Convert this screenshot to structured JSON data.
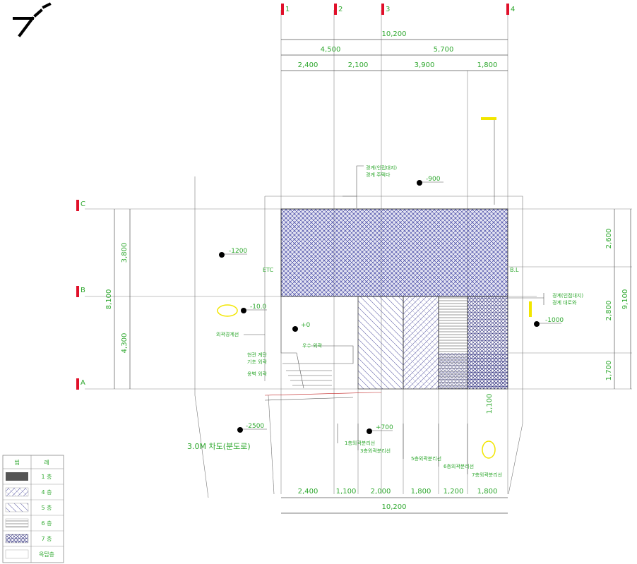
{
  "grid_labels": {
    "col": [
      "1",
      "2",
      "3",
      "4"
    ],
    "row": [
      "C",
      "B",
      "A"
    ]
  },
  "dims": {
    "top_total": "10,200",
    "top_mid": [
      "4,500",
      "5,700"
    ],
    "top_sub": [
      "2,400",
      "2,100",
      "3,900",
      "1,800"
    ],
    "bottom_sub": [
      "2,400",
      "1,100",
      "2,000",
      "1,800",
      "1,200",
      "1,800"
    ],
    "bottom_total": "10,200",
    "left_mid": [
      "3,800",
      "4,300"
    ],
    "left_total": "8,100",
    "right_sub": [
      "2,600",
      "2,800",
      "1,700"
    ],
    "right_total": "9,100",
    "right_small": "1,100"
  },
  "elevations": {
    "top": "-900",
    "left_upper": "-1200",
    "left_mid": "-10.0",
    "inner": "+0",
    "right": "-1000",
    "bottom_left": "-2500",
    "bottom_mid": "+700"
  },
  "notes": {
    "top_box": [
      "경계(인접대지)",
      "경계 주택다"
    ],
    "right_box": [
      "경계(인접대지)",
      "경계 대로와"
    ],
    "left_1": "외곽경계선",
    "left_2": "우수 외곽",
    "left_3": "현관 계단",
    "left_4": "기초 외곽",
    "left_5": "옹벽 외곽",
    "label_a": "B.L",
    "label_b": "ETC",
    "road": "3.0M 차도(분도로)",
    "bottom_1": "1층외곽분리선",
    "bottom_2": "3층외곽분리선",
    "bottom_3": "5층외곽분리선",
    "bottom_4": "6층외곽분리선",
    "bottom_5": "7층외곽분리선"
  },
  "legend": {
    "header": [
      "범",
      "례"
    ],
    "rows": [
      "1 층",
      "4 층",
      "5 층",
      "6 층",
      "7 층",
      "옥탑층"
    ]
  },
  "colors": {
    "dim_text": "#2fa82f",
    "grid_marker": "#e0102a",
    "line": "#3a3a3a",
    "hatch": "#3b3fa0",
    "highlight": "#f2e600"
  }
}
